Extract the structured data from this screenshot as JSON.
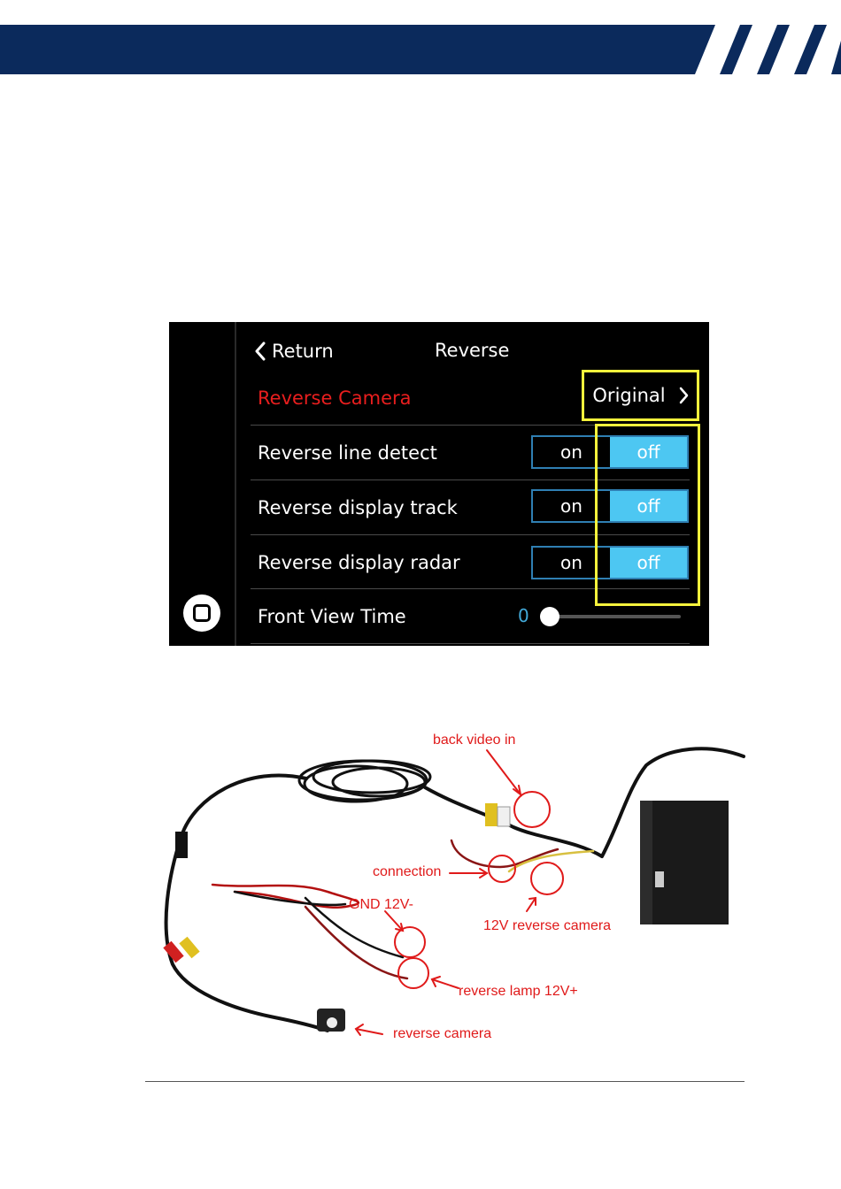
{
  "colors": {
    "header_band": "#0b2a5c",
    "highlight": "#f5f23c",
    "toggle_off_active": "#4dc7f2",
    "accent_red": "#e81e1e",
    "annotation_red": "#e01a1a",
    "slider_value": "#42a9d8"
  },
  "screen": {
    "title": "Reverse",
    "return_label": "Return",
    "back_icon": "chevron-left-icon",
    "home_icon": "home-square-icon",
    "rows": {
      "camera": {
        "label": "Reverse Camera",
        "value": "Original",
        "icon": "chevron-right-icon"
      },
      "line_detect": {
        "label": "Reverse line detect",
        "on": "on",
        "off": "off",
        "selected": "off"
      },
      "display_track": {
        "label": "Reverse display track",
        "on": "on",
        "off": "off",
        "selected": "off"
      },
      "display_radar": {
        "label": "Reverse display radar",
        "on": "on",
        "off": "off",
        "selected": "off"
      },
      "front_view": {
        "label": "Front View Time",
        "value": "0",
        "level": 0
      }
    }
  },
  "wiring": {
    "annotations": {
      "back_video_in": "back video in",
      "connection": "connection",
      "gnd": "GND 12V-",
      "camera_power": "12V reverse camera",
      "reverse_lamp": "reverse lamp 12V+",
      "reverse_camera": "reverse camera"
    }
  }
}
